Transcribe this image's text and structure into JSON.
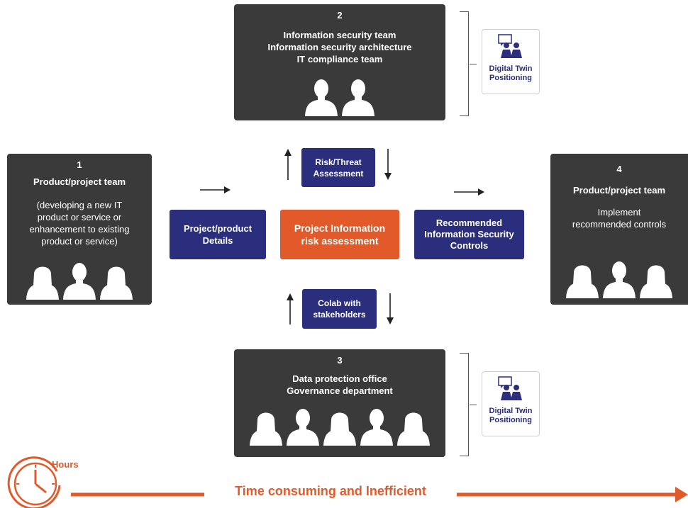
{
  "colors": {
    "dark": "#3a3a3a",
    "navy": "#2b2e7d",
    "orange": "#e25a2a"
  },
  "box1": {
    "num": "1",
    "title": "Product/project team",
    "desc": [
      "(developing a new IT",
      "product or service or",
      "enhancement to existing",
      "product or service)"
    ],
    "people_count": 3
  },
  "box2": {
    "num": "2",
    "lines": [
      "Information security team",
      "Information security architecture",
      "IT compliance team"
    ],
    "people_count": 2
  },
  "box3": {
    "num": "3",
    "lines": [
      "Data protection office",
      "Governance department"
    ],
    "people_count": 5
  },
  "box4": {
    "num": "4",
    "title": "Product/project team",
    "desc": [
      "Implement",
      "recommended controls"
    ],
    "people_count": 3
  },
  "pills": {
    "project_details": [
      "Project/product",
      "Details"
    ],
    "risk_assessment": [
      "Project Information",
      "risk assessment"
    ],
    "recommended": [
      "Recommended",
      "Information Security",
      "Controls"
    ],
    "risk_threat": [
      "Risk/Threat",
      "Assessment"
    ],
    "colab": [
      "Colab with",
      "stakeholders"
    ]
  },
  "badge": {
    "line1": "Digital Twin",
    "line2": "Positioning",
    "icon": "digital-twin-logo-icon"
  },
  "timeline": {
    "hours_label": "Hours",
    "text": "Time consuming and Inefficient",
    "icon": "clock-icon"
  }
}
